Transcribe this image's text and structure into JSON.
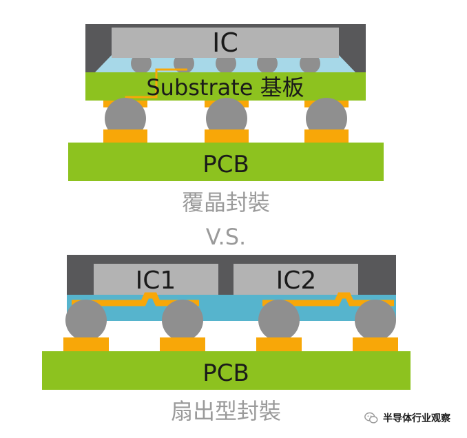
{
  "top_diagram": {
    "ic_label": "IC",
    "substrate_label": "Substrate 基板",
    "pcb_label": "PCB",
    "caption": "覆晶封裝"
  },
  "versus_label": "V.S.",
  "bottom_diagram": {
    "ic1_label": "IC1",
    "ic2_label": "IC2",
    "pcb_label": "PCB",
    "caption": "扇出型封裝"
  },
  "watermark": {
    "text": "半导体行业观察",
    "icon": "wechat-icon"
  },
  "colors": {
    "mold": "#58585a",
    "die": "#b3b3b3",
    "underfill": "#a7d8e8",
    "rdl": "#56b4cd",
    "green": "#8dc21f",
    "pad": "#f8a708",
    "ball": "#8f8f8f",
    "caption": "#9a9a9a"
  }
}
